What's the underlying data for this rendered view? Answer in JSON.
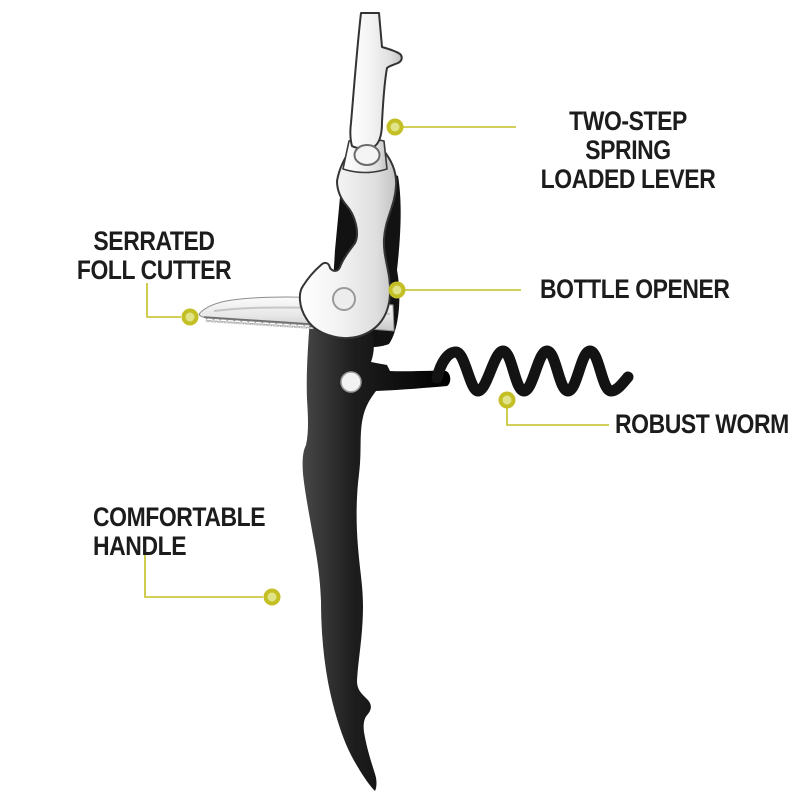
{
  "colors": {
    "accent": "#c3bf25",
    "dot_inner": "#e0e387",
    "text": "#1c1c1c",
    "background": "#ffffff"
  },
  "callouts": [
    {
      "id": "two-step-lever",
      "lines": [
        "TWO-STEP SPRING",
        "LOADED LEVER"
      ]
    },
    {
      "id": "foil-cutter",
      "lines": [
        "SERRATED",
        "FOLL CUTTER"
      ]
    },
    {
      "id": "bottle-opener",
      "lines": [
        "BOTTLE OPENER"
      ]
    },
    {
      "id": "robust-worm",
      "lines": [
        "ROBUST WORM"
      ]
    },
    {
      "id": "handle",
      "lines": [
        "COMFORTABLE",
        "HANDLE"
      ]
    }
  ]
}
